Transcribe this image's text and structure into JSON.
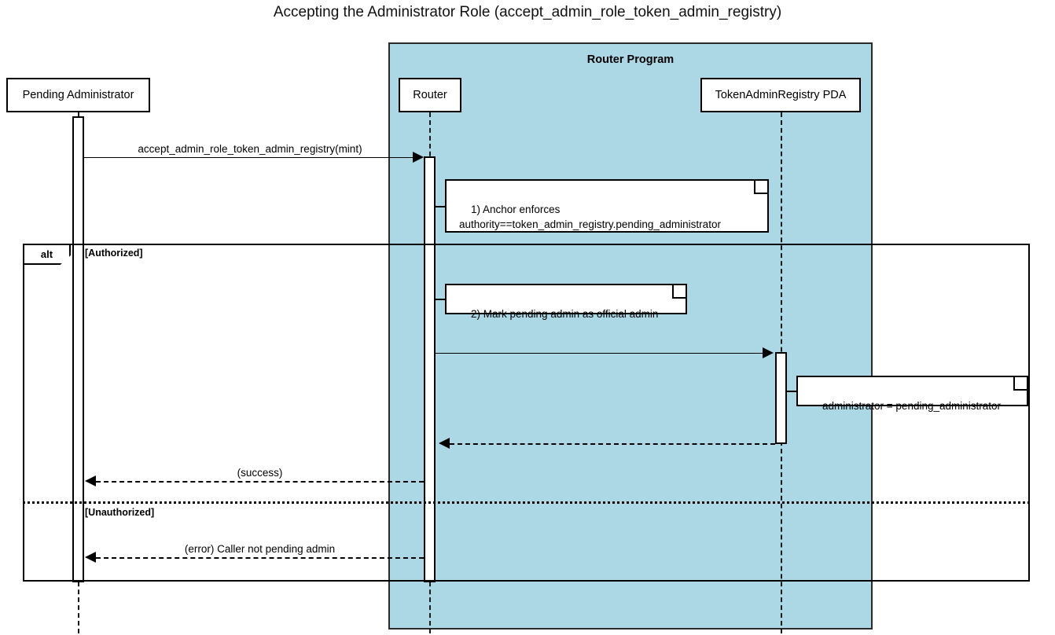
{
  "title": "Accepting the Administrator Role (accept_admin_role_token_admin_registry)",
  "group": {
    "label": "Router Program"
  },
  "participants": [
    {
      "id": "pending-administrator",
      "label": "Pending Administrator"
    },
    {
      "id": "router",
      "label": "Router"
    },
    {
      "id": "token-admin-registry-pda",
      "label": "TokenAdminRegistry PDA"
    }
  ],
  "messages": [
    {
      "id": "accept-admin-role-call",
      "label": "accept_admin_role_token_admin_registry(mint)",
      "from": "pending-administrator",
      "to": "router",
      "style": "solid",
      "direction": "right"
    },
    {
      "id": "mark-admin-call",
      "label": "",
      "from": "router",
      "to": "token-admin-registry-pda",
      "style": "solid",
      "direction": "right"
    },
    {
      "id": "registry-return",
      "label": "",
      "from": "token-admin-registry-pda",
      "to": "router",
      "style": "dashed",
      "direction": "left"
    },
    {
      "id": "success-return",
      "label": "(success)",
      "from": "router",
      "to": "pending-administrator",
      "style": "dashed",
      "direction": "left"
    },
    {
      "id": "error-return",
      "label": "(error) Caller not pending admin",
      "from": "router",
      "to": "pending-administrator",
      "style": "dashed",
      "direction": "left"
    }
  ],
  "notes": [
    {
      "id": "note-anchor-enforces",
      "text": "1) Anchor enforces\nauthority==token_admin_registry.pending_administrator"
    },
    {
      "id": "note-mark-pending-admin",
      "text": "2) Mark pending admin as official admin"
    },
    {
      "id": "note-administrator-assignment",
      "text": "administrator = pending_administrator"
    }
  ],
  "fragment": {
    "operator": "alt",
    "guards": [
      "[Authorized]",
      "[Unauthorized]"
    ]
  },
  "colors": {
    "group_fill": "#ACD8E6",
    "stroke": "#000000",
    "background": "#FFFFFF"
  }
}
